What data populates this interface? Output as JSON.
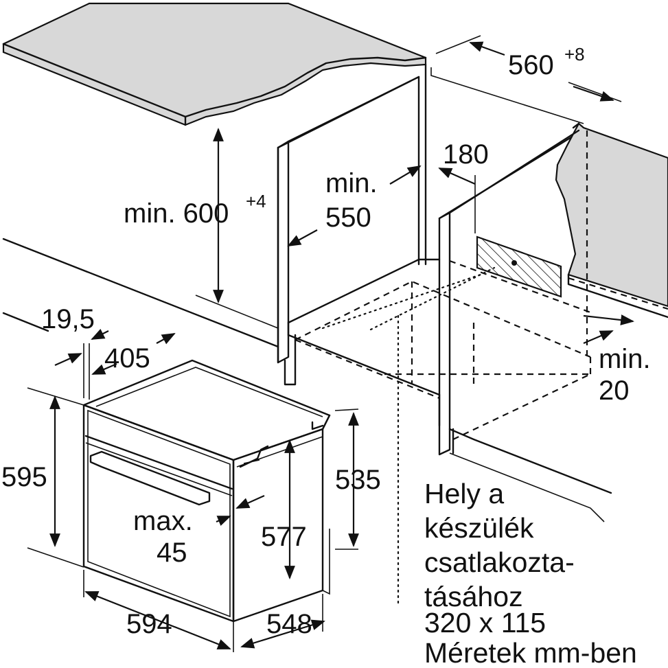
{
  "dimensions": {
    "niche_width": "560",
    "niche_width_tol": "+8",
    "niche_height_prefix": "min. 600",
    "niche_height_tol": "+4",
    "depth_min_line1": "min.",
    "depth_min_line2": "550",
    "vent": "180",
    "gap_line1": "min.",
    "gap_line2": "20",
    "front_offset": "19,5",
    "front_depth": "405",
    "oven_height": "595",
    "oven_width": "594",
    "oven_depth": "548",
    "body_height": "577",
    "body_height_rear": "535",
    "handle_line1": "max.",
    "handle_line2": "45"
  },
  "note": {
    "line1": "Hely a",
    "line2": "készülék",
    "line3": "csatlakozta-",
    "line4": "tásához",
    "line5": "320 x 115",
    "line6": "Méretek mm-ben"
  }
}
